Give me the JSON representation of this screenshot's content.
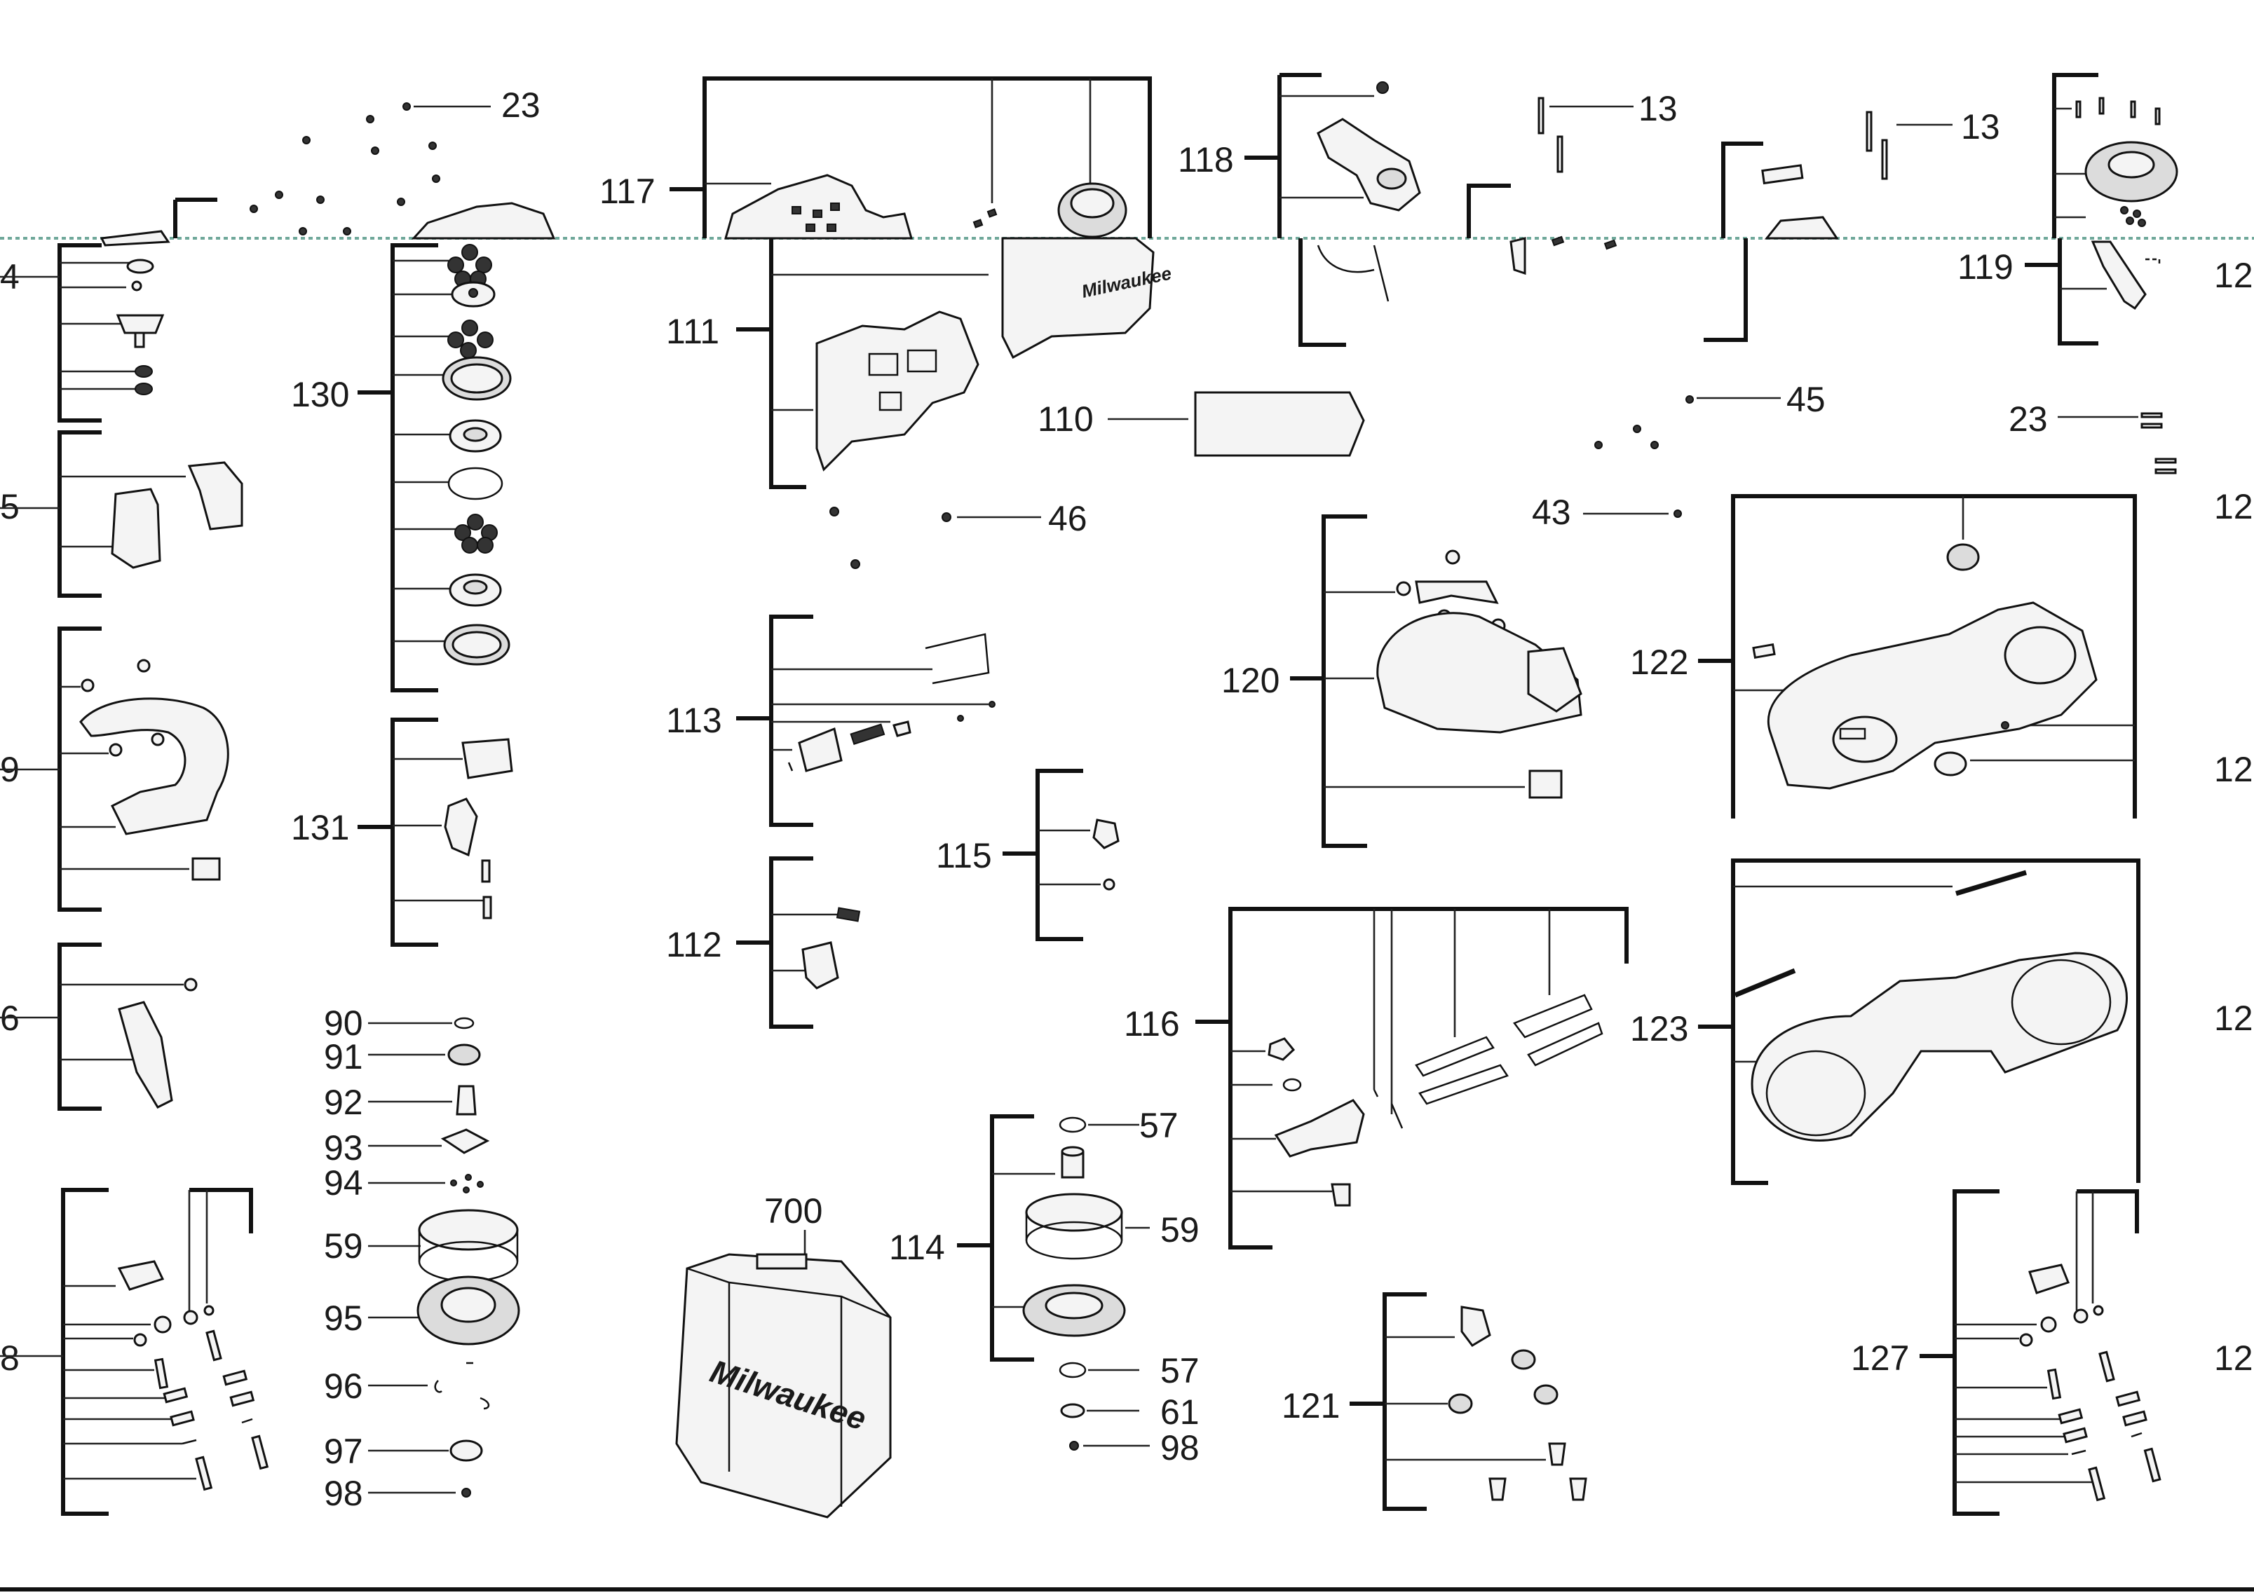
{
  "diagram": {
    "title": "",
    "left_edge_labels": [
      "4",
      "5",
      "9",
      "6",
      "8"
    ],
    "right_edge_labels": [
      "12",
      "12",
      "12",
      "12",
      "12"
    ],
    "callouts": [
      "23",
      "117",
      "118",
      "13",
      "13",
      "119",
      "111",
      "130",
      "110",
      "45",
      "23",
      "46",
      "43",
      "120",
      "122",
      "113",
      "131",
      "115",
      "112",
      "116",
      "123",
      "90",
      "91",
      "92",
      "93",
      "94",
      "59",
      "95",
      "96",
      "97",
      "98",
      "700",
      "57",
      "59",
      "57",
      "61",
      "98",
      "114",
      "121",
      "127"
    ],
    "case_brand": "Milwaukee",
    "housing_brand": "Milwaukee"
  }
}
